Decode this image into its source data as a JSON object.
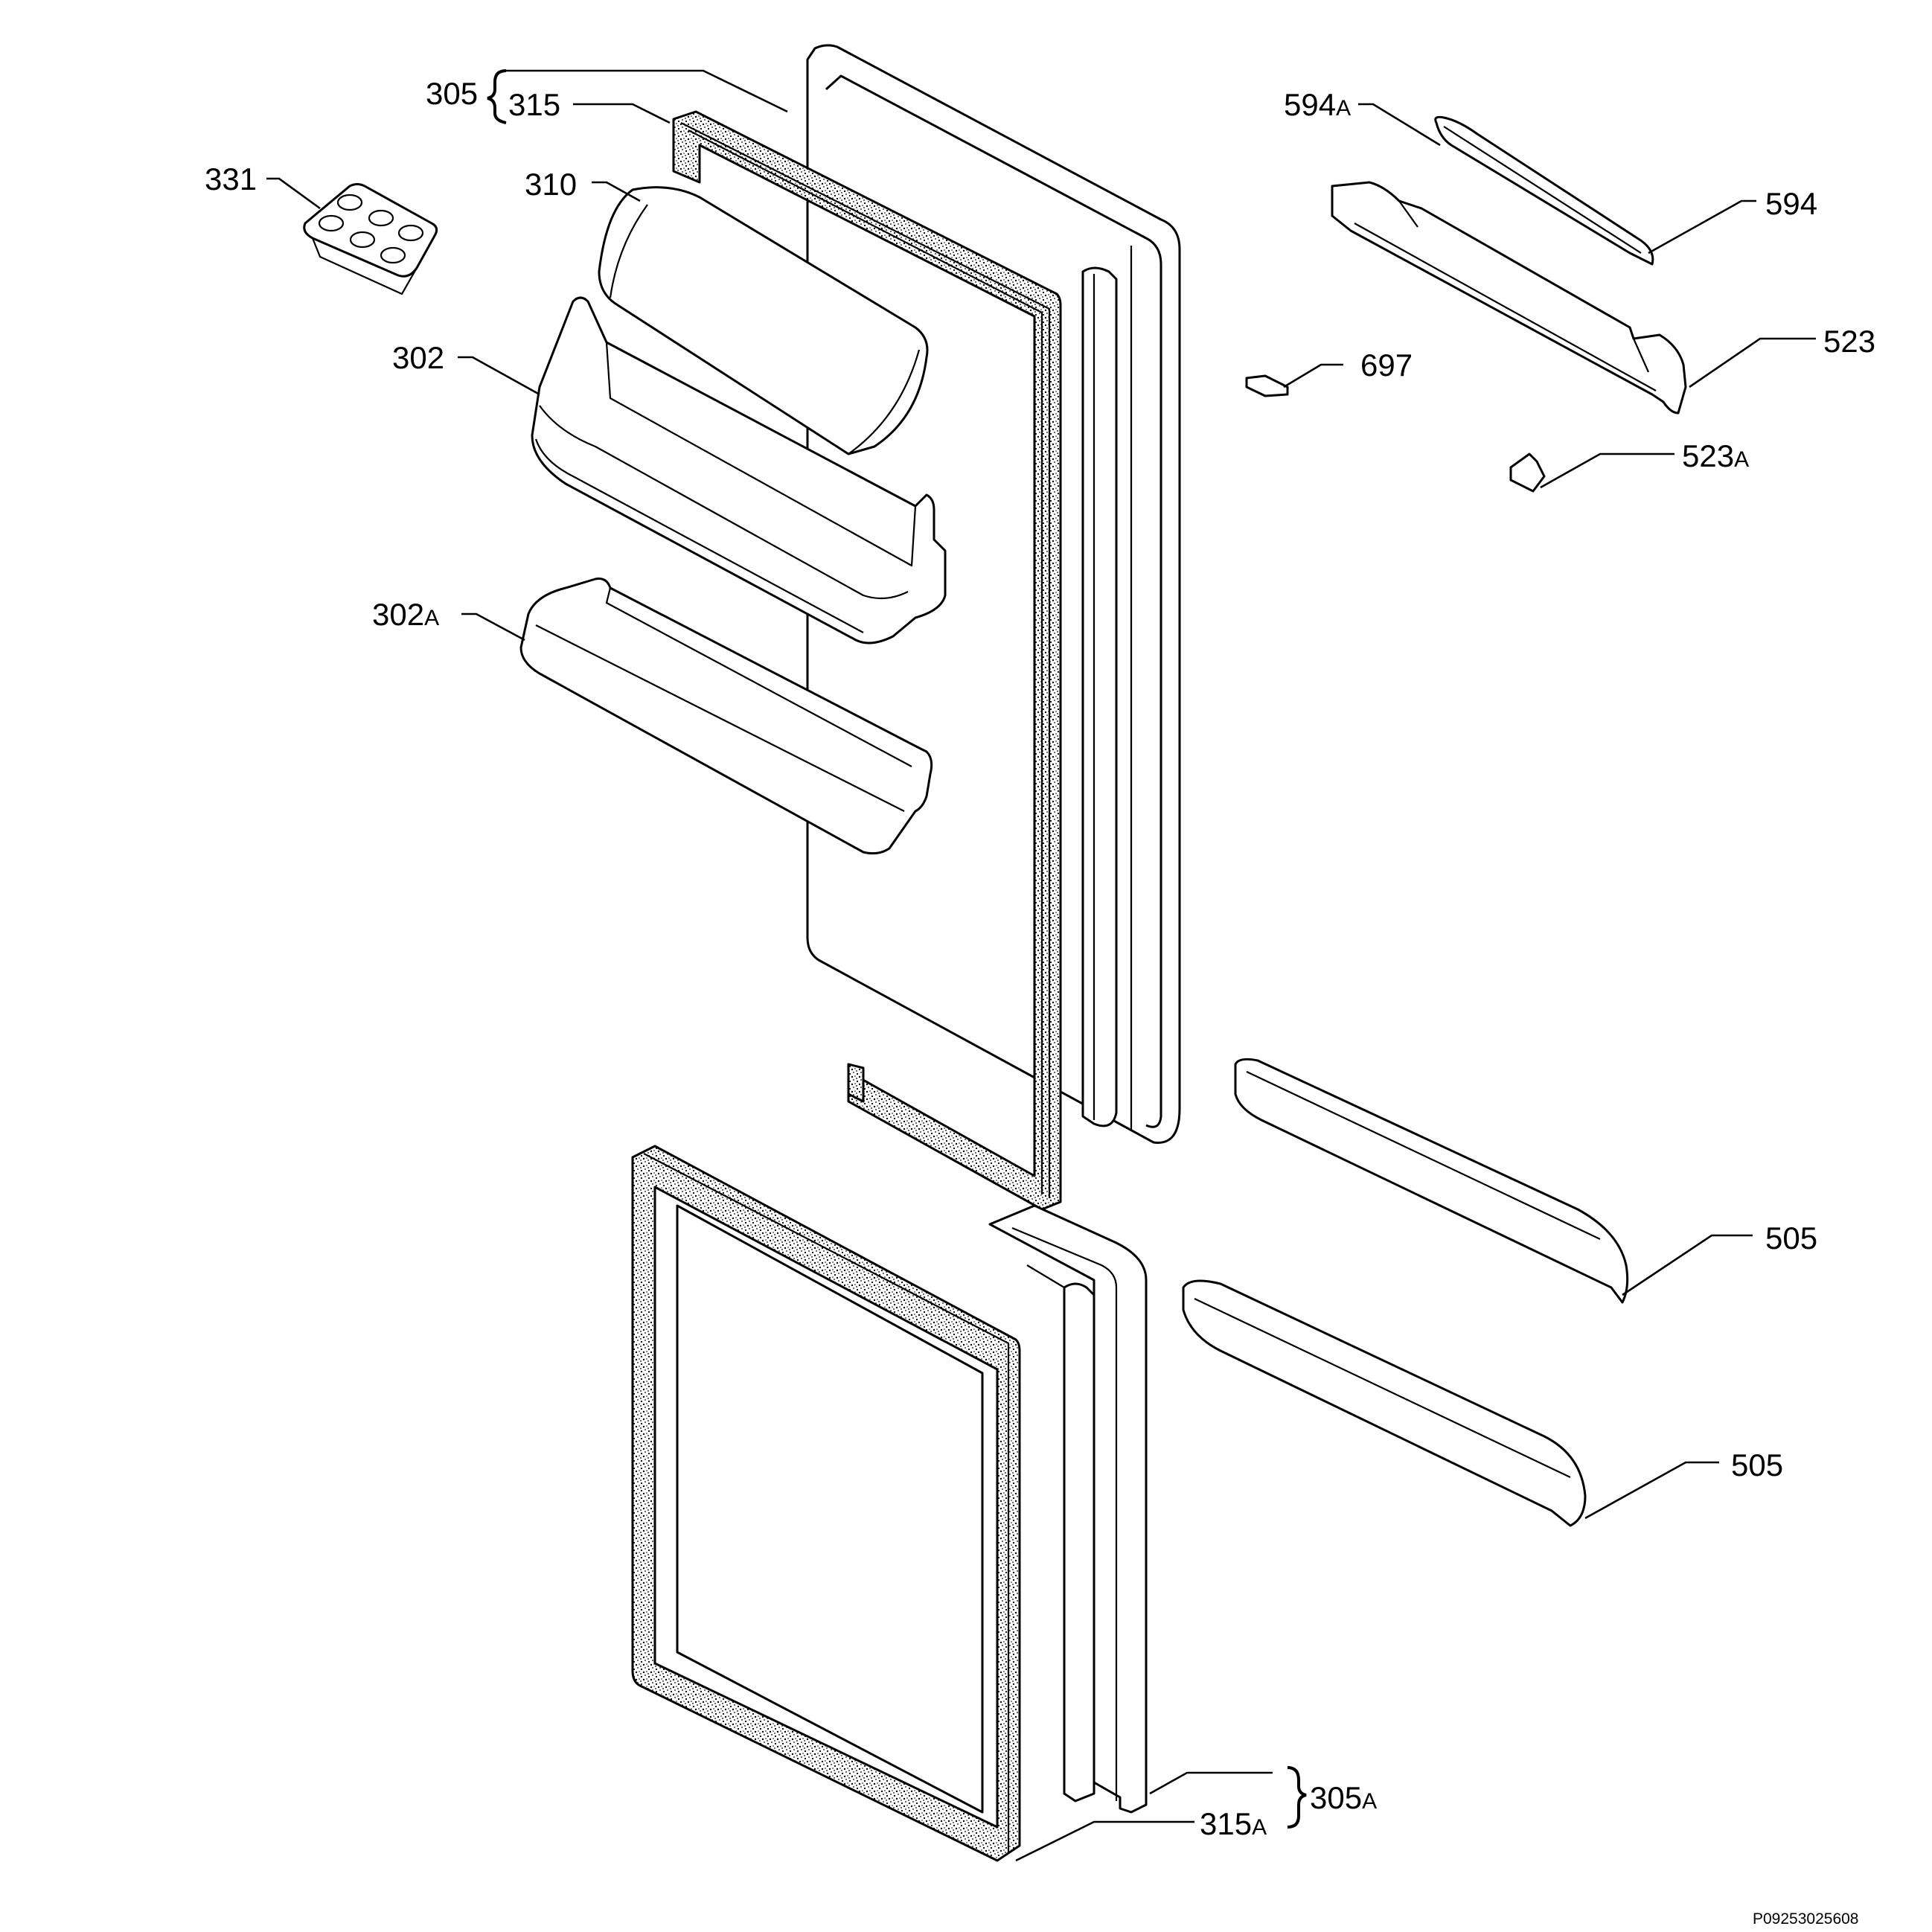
{
  "diagram": {
    "drawing_code": "P09253025608",
    "labels": [
      {
        "id": "305",
        "text": "305",
        "suffix": ""
      },
      {
        "id": "315",
        "text": "315",
        "suffix": ""
      },
      {
        "id": "331",
        "text": "331",
        "suffix": ""
      },
      {
        "id": "310",
        "text": "310",
        "suffix": ""
      },
      {
        "id": "302",
        "text": "302",
        "suffix": ""
      },
      {
        "id": "302A",
        "text": "302",
        "suffix": "A"
      },
      {
        "id": "594A",
        "text": "594",
        "suffix": "A"
      },
      {
        "id": "594",
        "text": "594",
        "suffix": ""
      },
      {
        "id": "697",
        "text": "697",
        "suffix": ""
      },
      {
        "id": "523",
        "text": "523",
        "suffix": ""
      },
      {
        "id": "523A",
        "text": "523",
        "suffix": "A"
      },
      {
        "id": "505-upper",
        "text": "505",
        "suffix": ""
      },
      {
        "id": "505-lower",
        "text": "505",
        "suffix": ""
      },
      {
        "id": "305A",
        "text": "305",
        "suffix": "A"
      },
      {
        "id": "315A",
        "text": "315",
        "suffix": "A"
      }
    ]
  }
}
